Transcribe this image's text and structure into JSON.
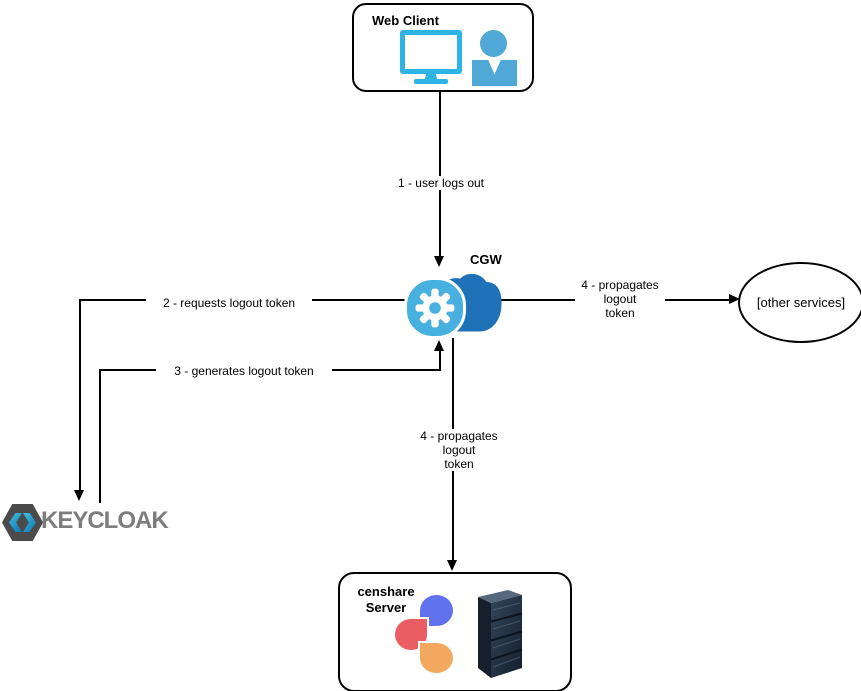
{
  "colors": {
    "monitor_blue": "#2eb3e6",
    "person_blue": "#4fa8d5",
    "cloud_blue": "#1f72b8",
    "badge_blue": "#47b0de",
    "keycloak_gray": "#4b4b4b",
    "keycloak_text": "#7d7d7d",
    "keycloak_chevron_start": "#3ec1e3",
    "keycloak_chevron_end": "#1173b2",
    "censhare_blue": "#6172ef",
    "censhare_red": "#ea5d63",
    "censhare_orange": "#f2a95f",
    "rack_top": "#55687c",
    "rack_side": "#16202c",
    "rack_front_light": "#33465a",
    "rack_front_dark": "#141e2a"
  },
  "nodes": {
    "web_client": {
      "title": "Web Client"
    },
    "cgw": {
      "title": "CGW"
    },
    "other_services": {
      "label": "[other services]"
    },
    "keycloak": {
      "brand": "KEYCLOAK"
    },
    "censhare": {
      "title_line1": "censhare",
      "title_line2": "Server"
    }
  },
  "edges": {
    "e1": {
      "label": "1 - user logs out"
    },
    "e2": {
      "label": "2 - requests logout token"
    },
    "e3": {
      "label": "3 - generates logout token"
    },
    "e4_right": {
      "line1": "4 - propagates",
      "line2": "logout",
      "line3": "token"
    },
    "e4_down": {
      "line1": "4 - propagates",
      "line2": "logout",
      "line3": "token"
    }
  }
}
